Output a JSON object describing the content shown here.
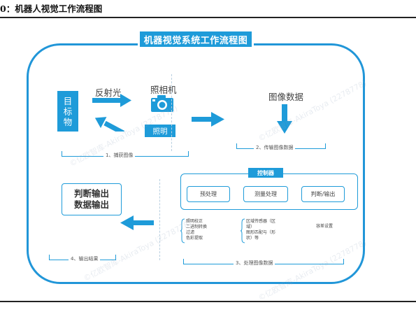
{
  "header": {
    "title": "0：机器人视觉工作流程图"
  },
  "diagram": {
    "title": "机器视觉系统工作流程图",
    "target": [
      "目",
      "标",
      "物"
    ],
    "reflected_light": "反射光",
    "camera_label": "照相机",
    "lighting": "照明",
    "image_data": "图像数据",
    "stage1": "1、捕获图像",
    "stage2": "2、传输图像数据",
    "stage3": "3、处理图像数据",
    "stage4": "4、输出结果",
    "controller": {
      "title": "控制器",
      "items": [
        "预处理",
        "测量处理",
        "判断/输出"
      ]
    },
    "result": [
      "判断输出",
      "数据输出"
    ],
    "preprocess_details": [
      "照明校正",
      "二进制转换",
      "过滤",
      "色彩提取"
    ],
    "measure_details": [
      "区域传感器（区",
      "域）",
      "图形匹配与（形",
      "状）等"
    ],
    "judge_details": "容差设置",
    "watermark": "©亿欧智库-AkiraToya (2278778)"
  },
  "colors": {
    "accent": "#1e9bd9",
    "frame": "#2196d8"
  }
}
